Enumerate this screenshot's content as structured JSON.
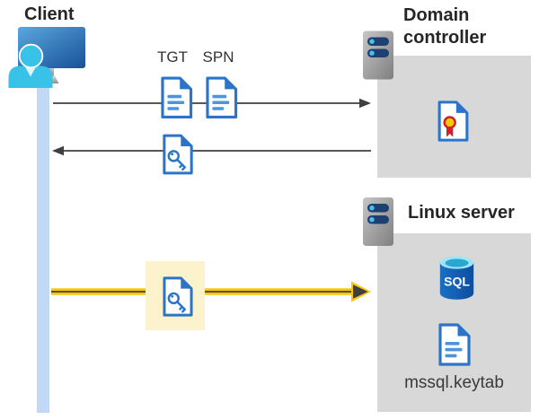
{
  "client": {
    "label": "Client",
    "icon": "user-at-computer-icon"
  },
  "domain_controller": {
    "label": "Domain controller",
    "server_icon": "server-icon",
    "certificate_icon": "certificate-document-icon"
  },
  "linux_server": {
    "label": "Linux server",
    "server_icon": "server-icon",
    "database_icon": "sql-database-icon",
    "database_label": "SQL",
    "keytab_icon": "document-icon",
    "keytab_label": "mssql.keytab"
  },
  "exchange": {
    "tgt_label": "TGT",
    "spn_label": "SPN",
    "request_icon_1": "document-icon",
    "request_icon_2": "document-icon",
    "response_icon": "key-document-icon",
    "session_icon": "key-document-icon"
  },
  "colors": {
    "document_blue": "#2b74c8",
    "document_line_blue": "#4f94d8",
    "accent_yellow": "#fbc50d",
    "highlight_cream": "#fcf3cd",
    "lifeline_blue": "#c2d9f5",
    "panel_gray": "#d8d8d8",
    "arrow_gray": "#3f3f3f",
    "person_cyan": "#39c2e8",
    "seal_yellow": "#fcca03",
    "seal_red": "#d02028",
    "sql_cylinder_blue": "#1463b8",
    "sql_rim_cyan": "#9fe4f4",
    "server_bar_navy": "#1e3f72",
    "server_dot_cyan": "#49c0ee",
    "text_dark": "#262626"
  }
}
